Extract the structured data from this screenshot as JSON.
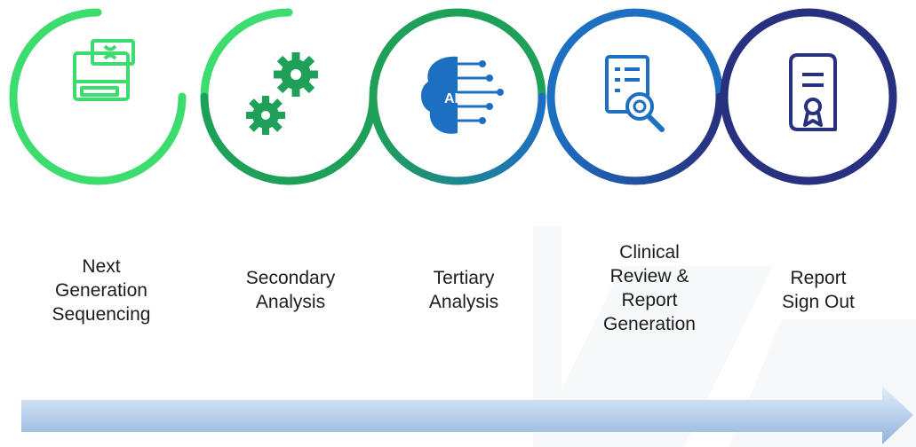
{
  "colors": {
    "light_green": "#3ddc6e",
    "green": "#1fa058",
    "teal": "#1a8f8a",
    "blue": "#1d6fc2",
    "navy": "#27317f",
    "arrow_light": "#dce9f7",
    "arrow_dark": "#7fa8d8"
  },
  "steps": [
    {
      "icon": "sequencer-icon",
      "lines": [
        "Next",
        "Generation",
        "Sequencing"
      ]
    },
    {
      "icon": "gears-icon",
      "lines": [
        "Secondary",
        "Analysis"
      ]
    },
    {
      "icon": "ai-brain-icon",
      "lines": [
        "Tertiary",
        "Analysis"
      ]
    },
    {
      "icon": "document-search-icon",
      "lines": [
        "Clinical",
        "Review &",
        "Report",
        "Generation"
      ]
    },
    {
      "icon": "certificate-icon",
      "lines": [
        "Report",
        "Sign Out"
      ]
    }
  ]
}
